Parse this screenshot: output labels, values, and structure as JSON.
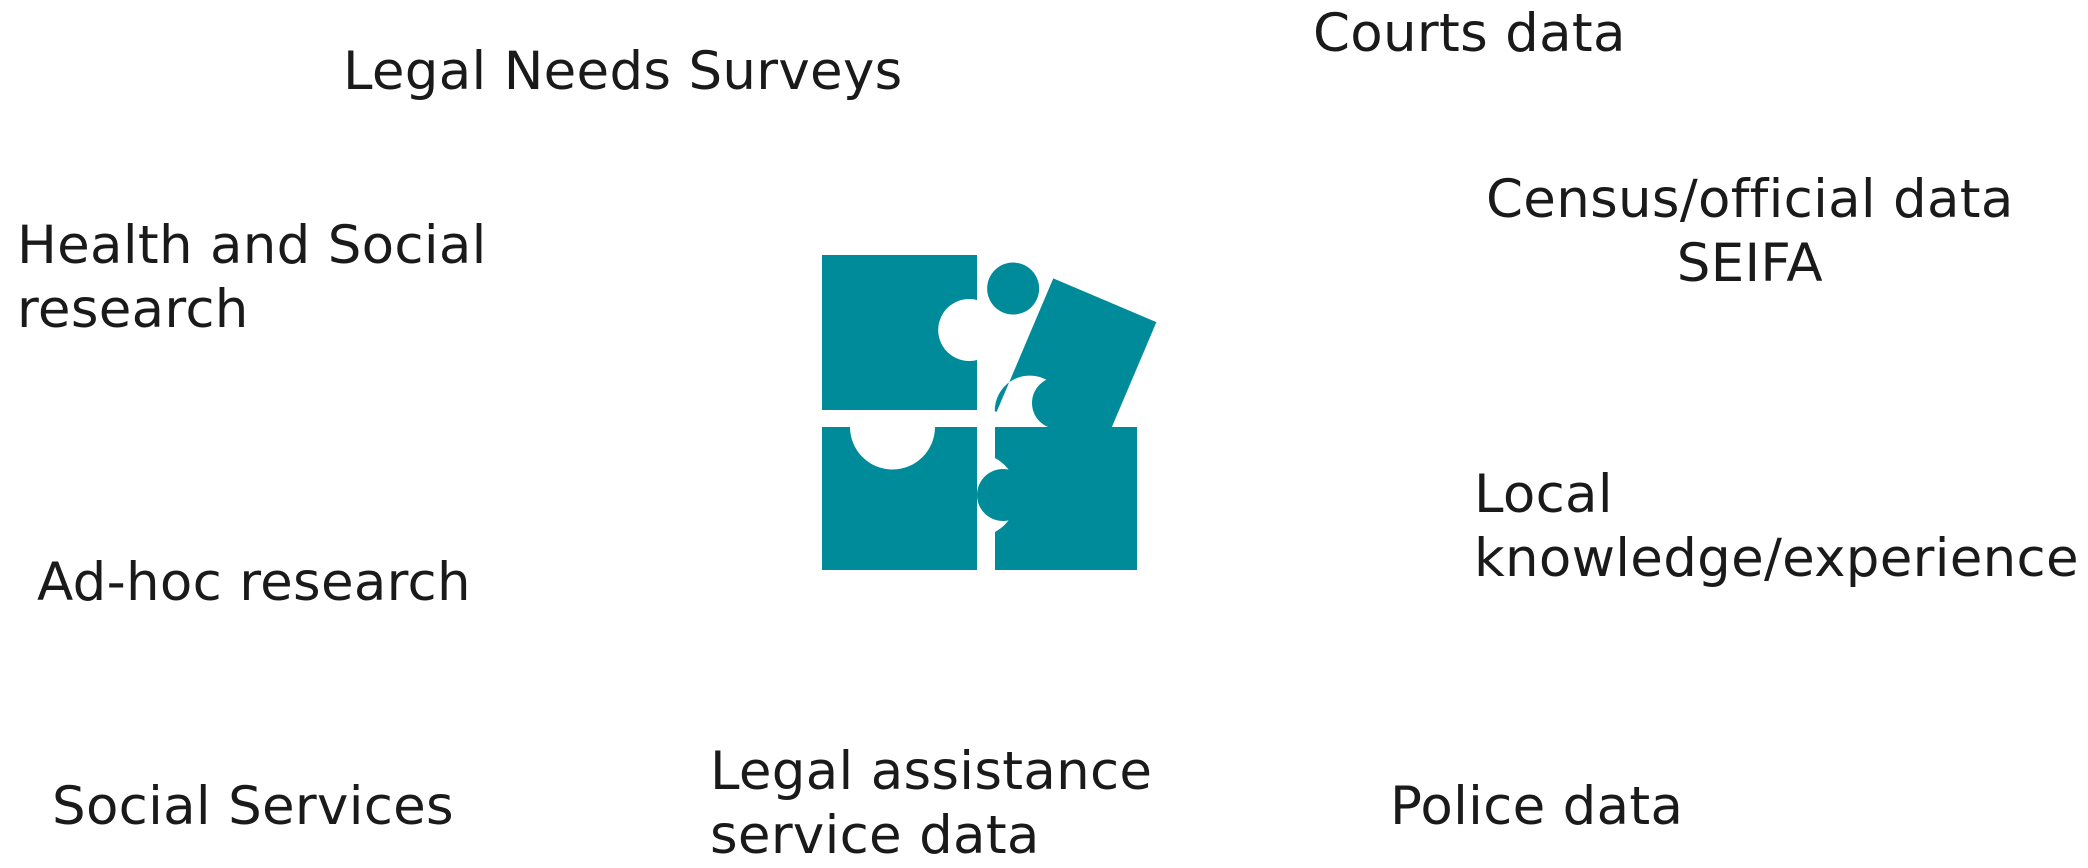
{
  "sources": {
    "legal_needs_surveys": "Legal Needs Surveys",
    "courts_data": "Courts data",
    "health_social_research": [
      "Health and Social",
      "research"
    ],
    "census_official_data": [
      "Census/official data",
      "SEIFA"
    ],
    "local_knowledge": [
      "Local",
      "knowledge/experience"
    ],
    "adhoc_research": "Ad-hoc research",
    "social_services": "Social Services",
    "legal_assistance_service_data": [
      "Legal assistance",
      "service data"
    ],
    "police_data": "Police data"
  },
  "colors": {
    "puzzle": "#008b9a",
    "text": "#1a1a1a",
    "background": "#ffffff"
  },
  "icon": "puzzle-pieces-icon"
}
